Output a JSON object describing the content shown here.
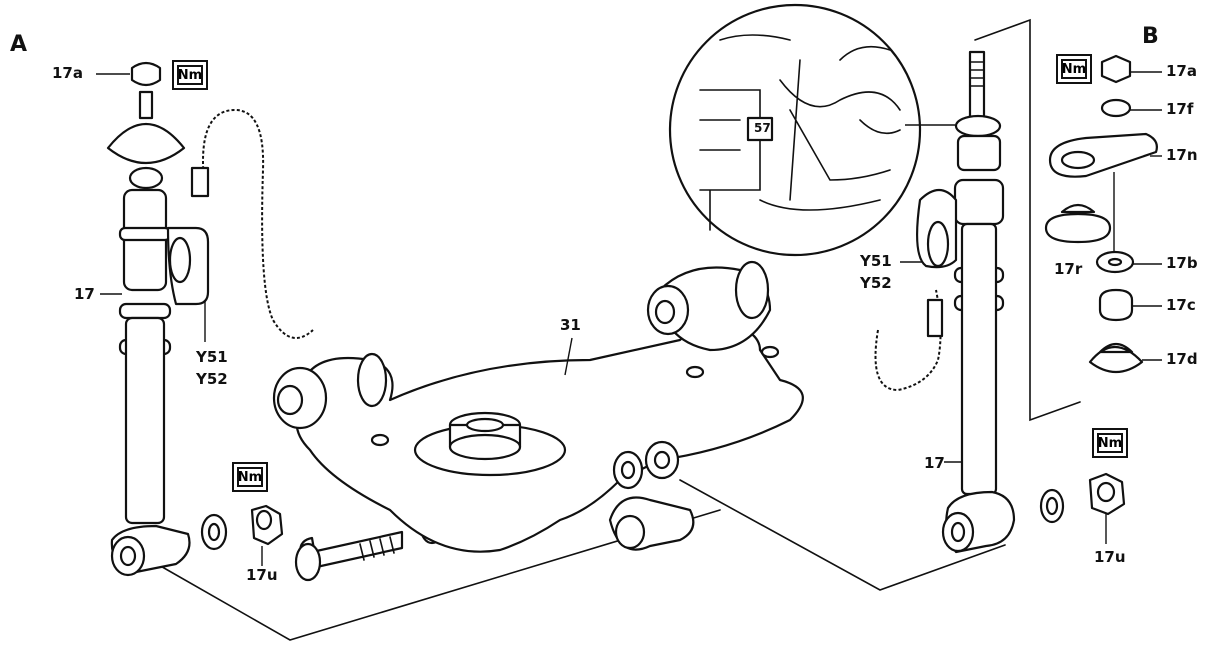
{
  "view_labels": {
    "left": "A",
    "right": "B"
  },
  "torque_symbol": "Nm",
  "callouts": {
    "left_17a": "17a",
    "left_17": "17",
    "left_y51": "Y51",
    "left_y52": "Y52",
    "left_17u": "17u",
    "center_31": "31",
    "right_y51": "Y51",
    "right_y52": "Y52",
    "right_17": "17",
    "right_17u": "17u",
    "kit_17a": "17a",
    "kit_17f": "17f",
    "kit_17n": "17n",
    "kit_17r": "17r",
    "kit_17b": "17b",
    "kit_17c": "17c",
    "kit_17d": "17d"
  },
  "detail_label": "57"
}
